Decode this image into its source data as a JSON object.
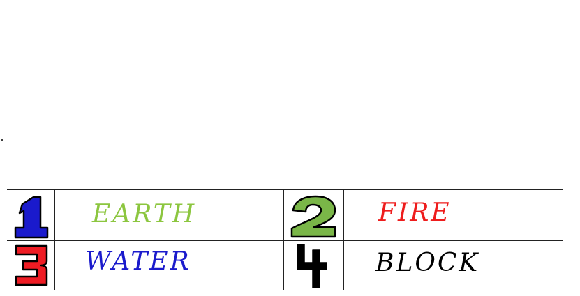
{
  "cards": [
    {
      "number": "1",
      "word": "EARTH",
      "number_color": "#1a1acc",
      "word_color": "#8cc63f"
    },
    {
      "number": "2",
      "word": "FIRE",
      "number_color": "#7ab648",
      "word_color": "#ee1c1c"
    },
    {
      "number": "3",
      "word": "WATER",
      "number_color": "#ee1c24",
      "word_color": "#1a1acc"
    },
    {
      "number": "4",
      "word": "BLOCK",
      "number_color": "#000000",
      "word_color": "#000000"
    }
  ]
}
